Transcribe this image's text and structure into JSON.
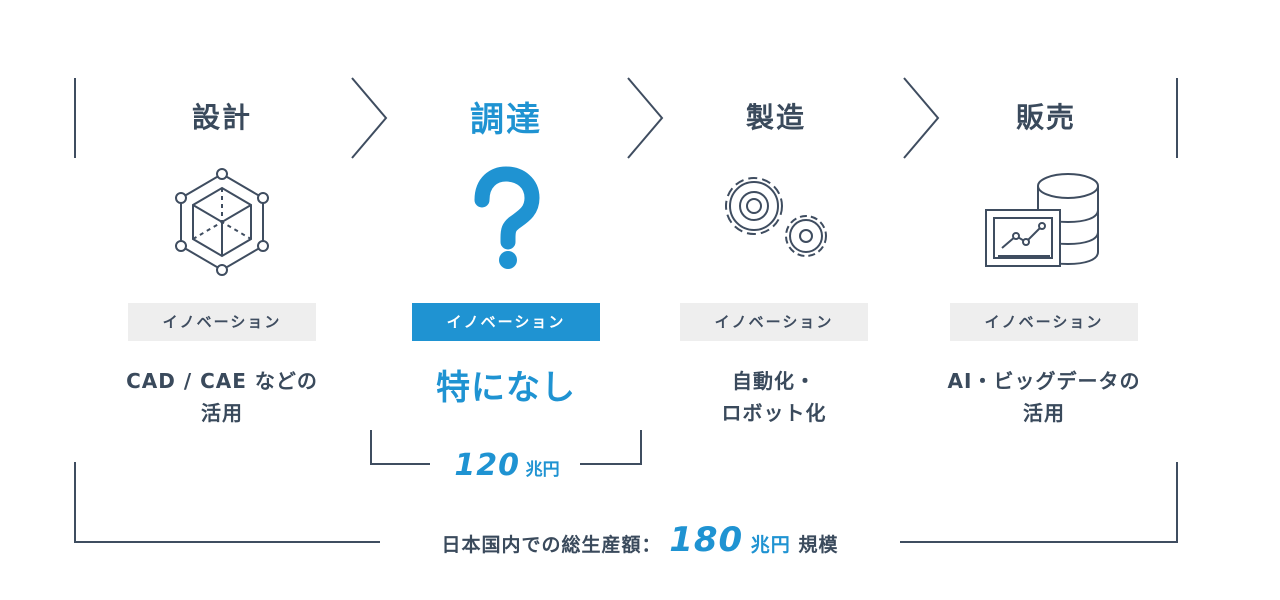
{
  "stages": [
    {
      "title": "設計",
      "badge": "イノベーション",
      "desc_line1": "CAD / CAE などの",
      "desc_line2": "活用"
    },
    {
      "title": "調達",
      "badge": "イノベーション",
      "desc_line1": "特になし",
      "desc_line2": ""
    },
    {
      "title": "製造",
      "badge": "イノベーション",
      "desc_line1": "自動化・",
      "desc_line2": "ロボット化"
    },
    {
      "title": "販売",
      "badge": "イノベーション",
      "desc_line1": "AI・ビッグデータの",
      "desc_line2": "活用"
    }
  ],
  "procurement_amount": {
    "value": "120",
    "unit": "兆円"
  },
  "total": {
    "prefix": "日本国内での総生産額：",
    "value": "180",
    "unit": "兆円",
    "suffix": "規模"
  },
  "icons": [
    "cube-network-icon",
    "question-mark-icon",
    "gears-icon",
    "database-chart-icon"
  ],
  "colors": {
    "accent": "#1f93d2",
    "text": "#3a4a5c",
    "badge_bg": "#eeeeee"
  }
}
